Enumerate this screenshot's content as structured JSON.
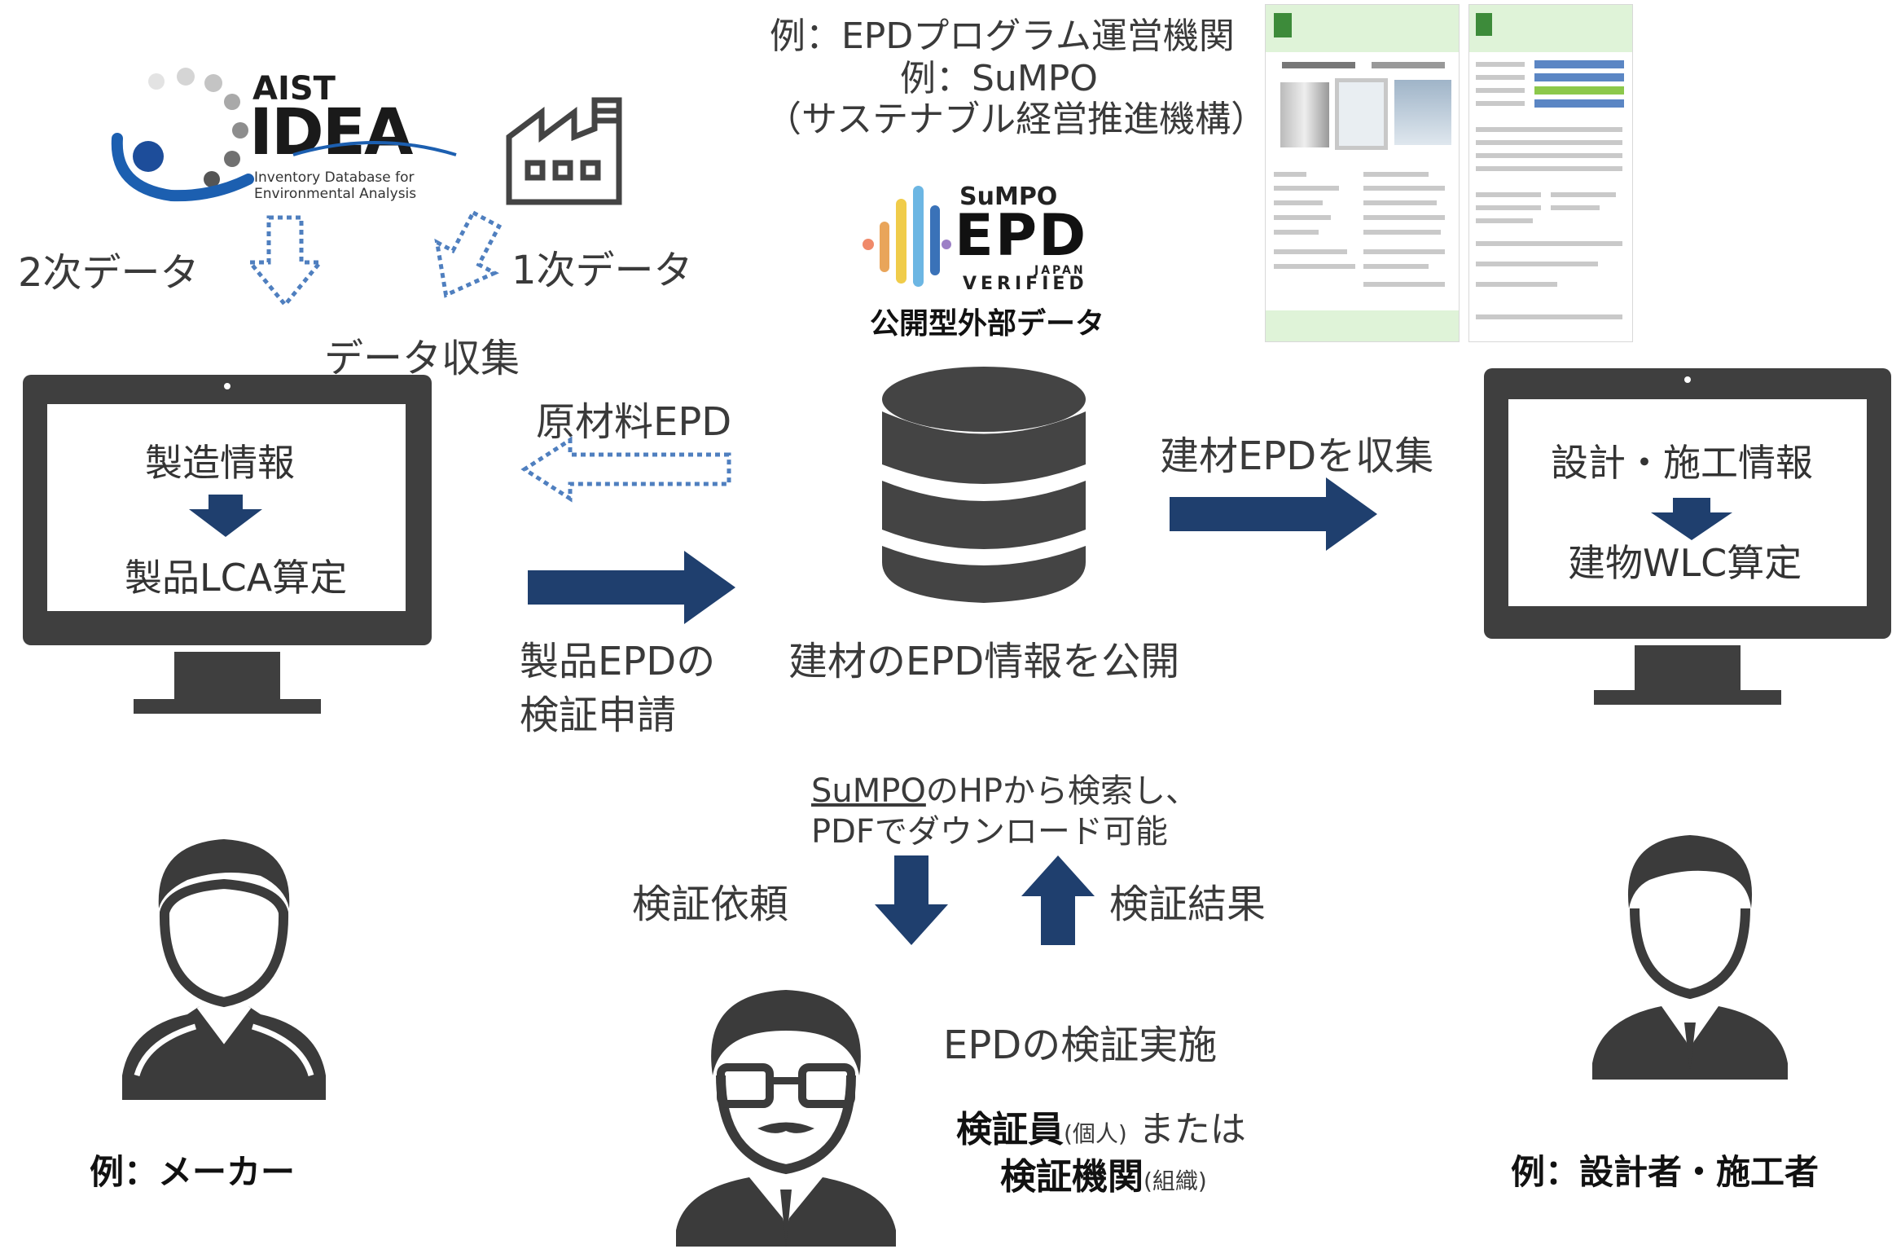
{
  "program_example": {
    "line1": "例：EPDプログラム運営機関",
    "line2": "例：SuMPO",
    "line3": "（サステナブル経営推進機構）"
  },
  "aist_logo": {
    "aist": "AIST",
    "idea": "IDEA",
    "subtitle_line1": "Inventory Database for",
    "subtitle_line2": "Environmental Analysis"
  },
  "sumpo_logo": {
    "brand": "SuMPO",
    "epd": "EPD",
    "japan": "JAPAN",
    "verified": "VERIFIED"
  },
  "database": {
    "caption": "公開型外部データ"
  },
  "labels": {
    "secondary_data": "2次データ",
    "primary_data": "1次データ",
    "data_collection": "データ収集",
    "raw_material_epd": "原材料EPD",
    "collect_building_epd": "建材EPDを収集",
    "product_epd_line1": "製品EPDの",
    "product_epd_line2": "検証申請",
    "publish_epd": "建材のEPD情報を公開",
    "search_line1_link": "SuMPO",
    "search_line1_rest": "のHPから検索し、",
    "search_line2": "PDFでダウンロード可能",
    "verification_request": "検証依頼",
    "verification_result": "検証結果",
    "epd_verification": "EPDの検証実施",
    "verifier_bold": "検証員",
    "verifier_small": "(個人)",
    "verifier_or": " または",
    "verifier_org_bold": "検証機関",
    "verifier_org_small": "(組織)"
  },
  "left_monitor": {
    "line1": "製造情報",
    "line2": "製品LCA算定"
  },
  "right_monitor": {
    "line1": "設計・施工情報",
    "line2": "建物WLC算定"
  },
  "people": {
    "manufacturer": "例：メーカー",
    "designer": "例：設計者・施工者"
  },
  "colors": {
    "arrow_navy": "#1f3f6e",
    "dotted_blue": "#4f7fbf",
    "monitor_gray": "#3f3f3f",
    "person_gray": "#3b3b3b"
  }
}
